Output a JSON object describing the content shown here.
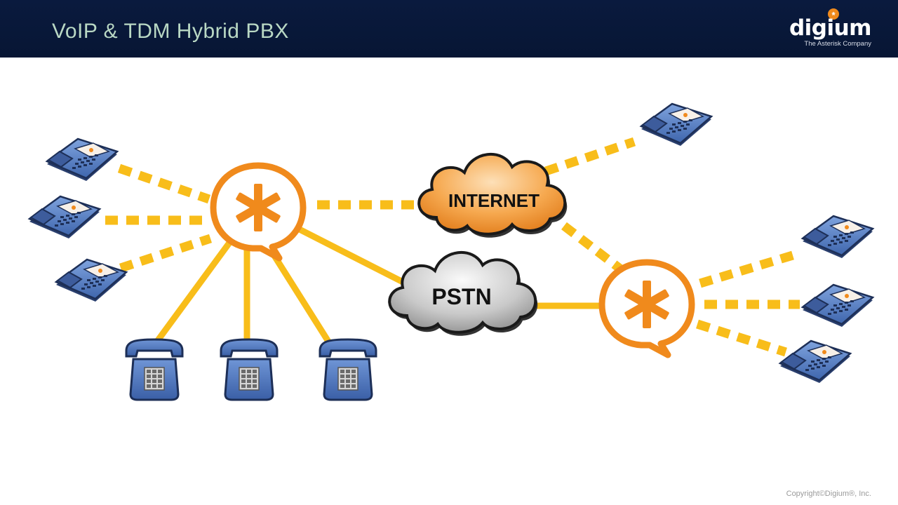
{
  "slide": {
    "title": "VoIP & TDM Hybrid PBX",
    "copyright": "Copyright©Digium®, Inc."
  },
  "logo": {
    "name": "digium",
    "tagline": "The Asterisk Company",
    "icon": "asterisk-icon"
  },
  "clouds": {
    "internet": "INTERNET",
    "pstn": "PSTN"
  },
  "icons": {
    "pbx": "asterisk-pbx-icon",
    "ip_phone": "ip-phone-icon",
    "analog_phone": "analog-phone-icon",
    "cloud": "cloud-icon"
  },
  "colors": {
    "header": "#0a1a3e",
    "title": "#b9d8c4",
    "link": "#f8bd1a",
    "pbx_orange": "#f08a1c",
    "phone_blue": "#5b82c8",
    "internet_cloud": "#f3a04b",
    "pstn_cloud": "#b8b8b8"
  }
}
